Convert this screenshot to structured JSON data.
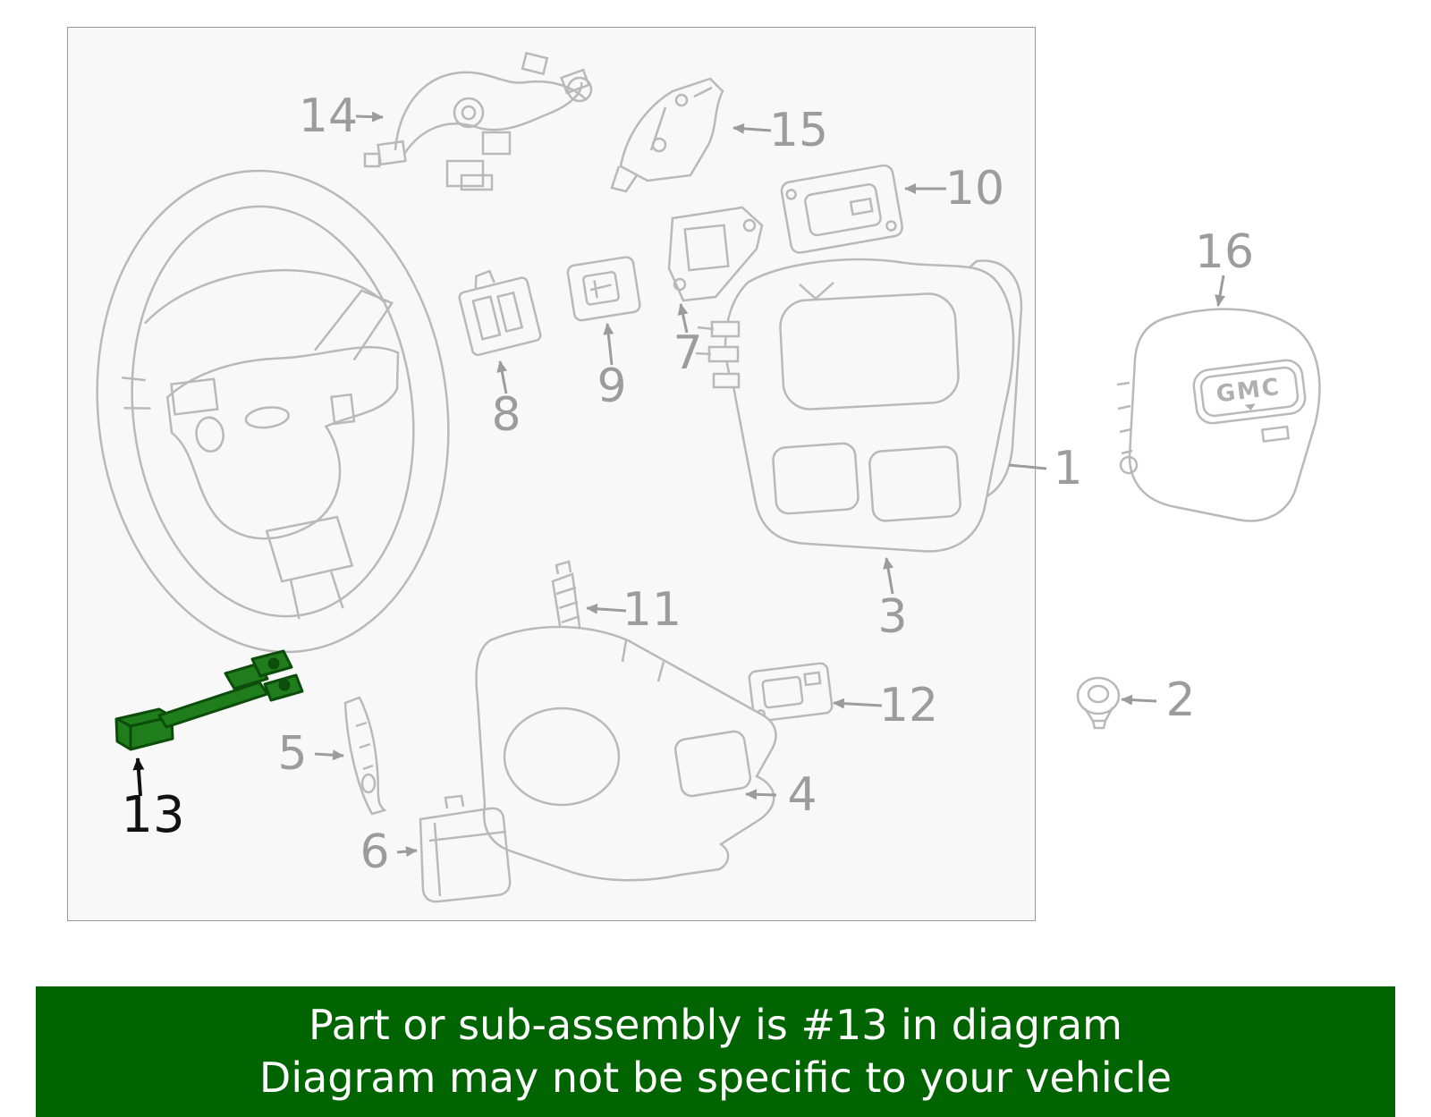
{
  "banner": {
    "line1": "Part or sub-assembly is #13 in diagram",
    "line2": "Diagram may not be specific to your vehicle"
  },
  "labels": {
    "1": "1",
    "2": "2",
    "3": "3",
    "4": "4",
    "5": "5",
    "6": "6",
    "7": "7",
    "8": "8",
    "9": "9",
    "10": "10",
    "11": "11",
    "12": "12",
    "13": "13",
    "14": "14",
    "15": "15",
    "16": "16"
  },
  "emblem_text": "GMC",
  "highlighted_part": "13",
  "colors": {
    "highlight_green": "#1f7d1c",
    "highlight_outline": "#0c4d0c",
    "banner_green": "#006400",
    "line_art_gray": "#b9b9b9",
    "label_gray": "#9c9c9c",
    "label_black": "#111111",
    "panel_background": "#f8f8f8"
  }
}
